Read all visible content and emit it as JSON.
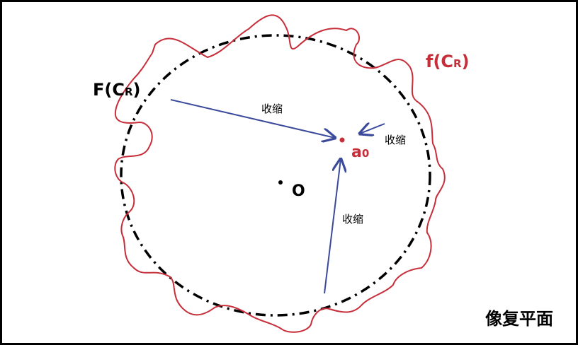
{
  "labels": {
    "big_curve": "F(C",
    "big_curve_sub": "R",
    "big_curve_close": ")",
    "image_curve": "f(C",
    "image_curve_sub": "R",
    "image_curve_close": ")",
    "point_a": "a",
    "point_a_sub": "0",
    "origin": "O",
    "shrink_1": "收缩",
    "shrink_2": "收缩",
    "shrink_3": "收缩",
    "plane": "像复平面"
  },
  "colors": {
    "circle": "#000000",
    "image_curve": "#c62e3a",
    "arrows": "#3b4a9a",
    "point_a": "#c62e3a",
    "origin": "#000000"
  }
}
